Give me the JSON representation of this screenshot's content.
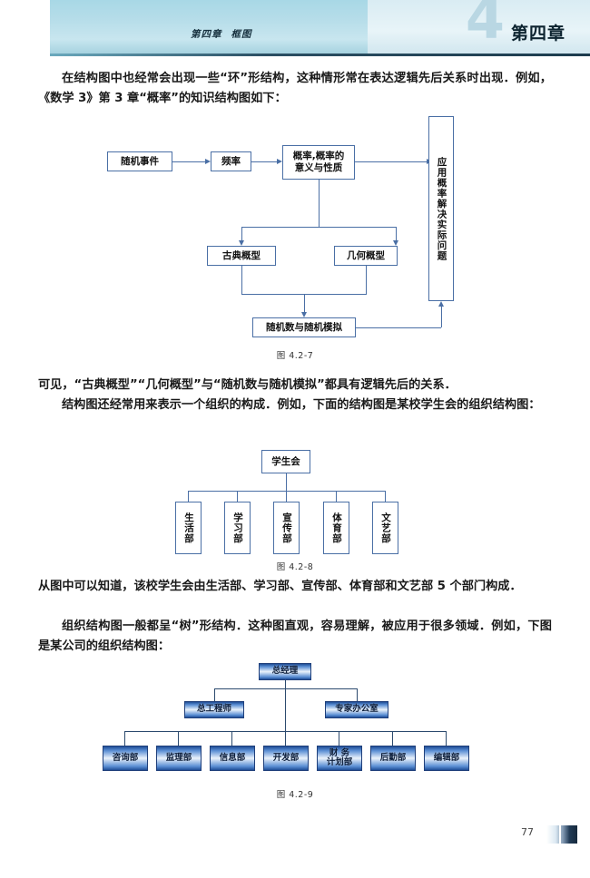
{
  "header": {
    "running_title_chapter": "第四章",
    "running_title_name": "框图",
    "chapter_label": "第四章",
    "watermark": "4"
  },
  "paragraphs": {
    "p1": "在结构图中也经常会出现一些“环”形结构，这种情形常在表达逻辑先后关系时出现．例如，《数学 3》第 3 章“概率”的知识结构图如下：",
    "p2": "可见，“古典概型”“几何概型”与“随机数与随机模拟”都具有逻辑先后的关系．",
    "p3": "结构图还经常用来表示一个组织的构成．例如，下面的结构图是某校学生会的组织结构图：",
    "p4": "从图中可以知道，该校学生会由生活部、学习部、宣传部、体育部和文艺部 5 个部门构成．",
    "p5": "组织结构图一般都呈“树”形结构．这种图直观，容易理解，被应用于很多领域．例如，下图是某公司的组织结构图："
  },
  "figure1": {
    "caption": "图 4.2-7",
    "nodes": {
      "n1": "随机事件",
      "n2": "频率",
      "n3": "概率,概率的\n意义与性质",
      "n4": "古典概型",
      "n5": "几何概型",
      "n6": "随机数与随机模拟",
      "n7": "应用概率解决实际问题"
    }
  },
  "figure2": {
    "caption": "图 4.2-8",
    "root": "学生会",
    "children": [
      "生活部",
      "学习部",
      "宣传部",
      "体育部",
      "文艺部"
    ]
  },
  "figure3": {
    "caption": "图 4.2-9",
    "root": "总经理",
    "level2": [
      "总工程师",
      "专家办公室"
    ],
    "level3": [
      "咨询部",
      "监理部",
      "信息部",
      "开发部",
      "财 务\n计划部",
      "后勤部",
      "编辑部"
    ]
  },
  "footer": {
    "page_number": "77"
  }
}
